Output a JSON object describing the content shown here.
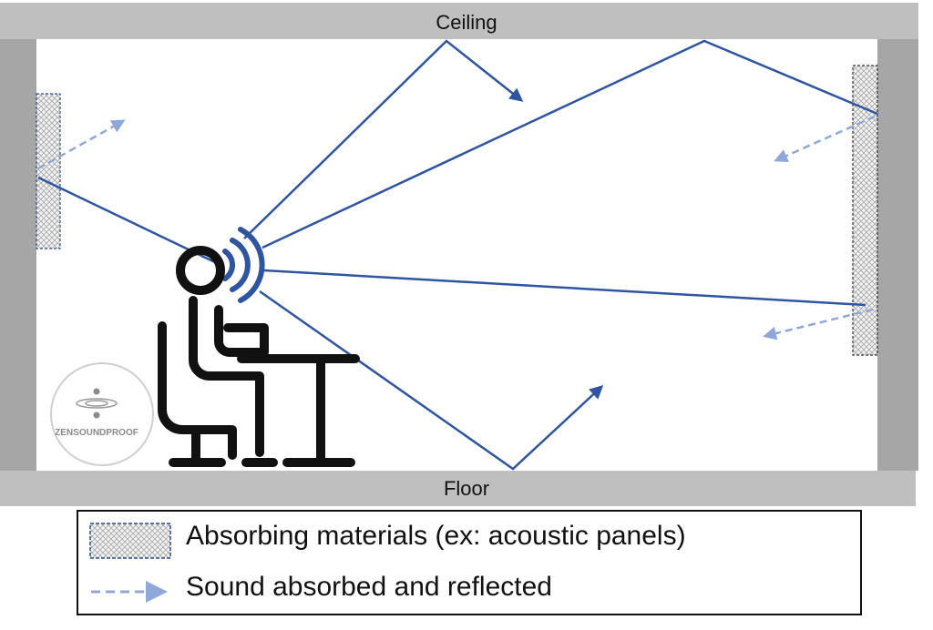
{
  "room": {
    "ceiling_label": "Ceiling",
    "floor_label": "Floor"
  },
  "legend": {
    "panel_label": "Absorbing materials (ex: acoustic panels)",
    "arrow_label": "Sound absorbed and reflected"
  },
  "logo": {
    "text": "ZENSOUNDPROOF"
  },
  "colors": {
    "ray": "#2f55a0",
    "reflected_arrow": "#8fa8da",
    "wall": "#a6a6a6",
    "band": "#bfbfbf",
    "figure": "#111111",
    "waves": "#2f55a0",
    "panel_border": "#2f4f8a"
  }
}
